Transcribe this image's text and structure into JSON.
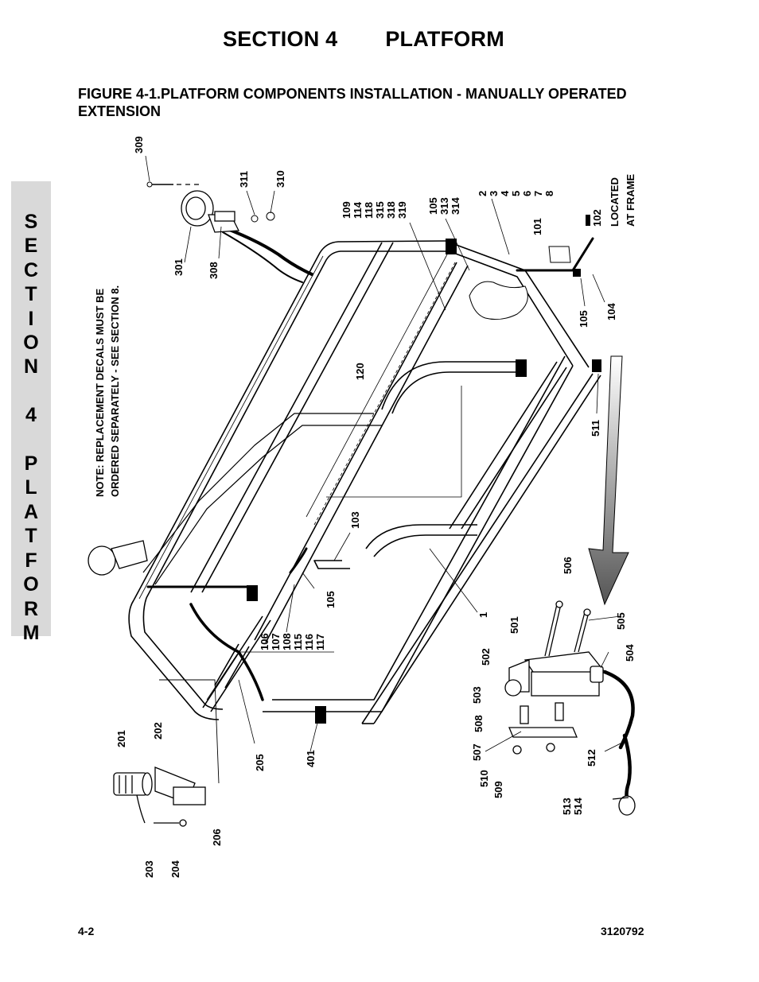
{
  "header": {
    "section": "SECTION 4",
    "section_name": "PLATFORM"
  },
  "figure": {
    "title": "FIGURE 4-1.PLATFORM COMPONENTS INSTALLATION - MANUALLY OPERATED EXTENSION",
    "note_line1": "NOTE: REPLACEMENT DECALS MUST BE",
    "note_line2": "ORDERED SEPARATELY - SEE SECTION 8.",
    "located_line1": "LOCATED",
    "located_line2": "AT FRAME",
    "callouts": {
      "c309": "309",
      "c311": "311",
      "c310": "310",
      "c301": "301",
      "c308": "308",
      "g1_1": "109",
      "g1_2": "114",
      "g1_3": "118",
      "g1_4": "315",
      "g1_5": "318",
      "g1_6": "319",
      "g2_1": "105",
      "g2_2": "313",
      "g2_3": "314",
      "g3_1": "2",
      "g3_2": "3",
      "g3_3": "4",
      "g3_4": "5",
      "g3_5": "6",
      "g3_6": "7",
      "g3_7": "8",
      "c101": "101",
      "c102": "102",
      "c105a": "105",
      "c104": "104",
      "c120": "120",
      "c511": "511",
      "c103": "103",
      "c105b": "105",
      "g4_1": "106",
      "g4_2": "107",
      "g4_3": "108",
      "g4_4": "115",
      "g4_5": "116",
      "g4_6": "117",
      "c1": "1",
      "c506": "506",
      "c505": "505",
      "c501": "501",
      "c502": "502",
      "c504": "504",
      "c503": "503",
      "c508": "508",
      "c507": "507",
      "c510": "510",
      "c509": "509",
      "c512": "512",
      "c513": "513",
      "c514": "514",
      "c201": "201",
      "c202": "202",
      "c205": "205",
      "c401": "401",
      "c203": "203",
      "c204": "204",
      "c206": "206"
    }
  },
  "side_tab": {
    "letters": [
      "S",
      "E",
      "C",
      "T",
      "I",
      "O",
      "N",
      "",
      "4",
      "",
      "P",
      "L",
      "A",
      "T",
      "F",
      "O",
      "R",
      "M"
    ]
  },
  "footer": {
    "page": "4-2",
    "doc_number": "3120792"
  }
}
